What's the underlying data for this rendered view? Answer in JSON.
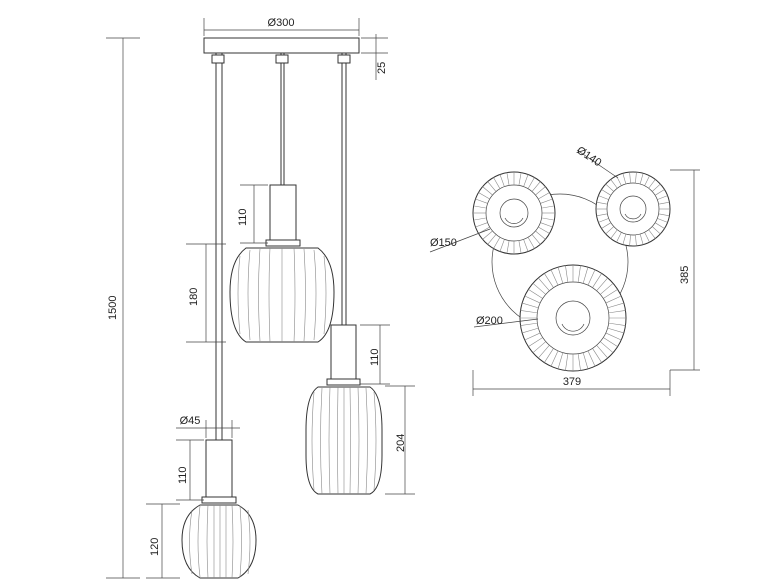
{
  "dimensions": {
    "canopy_diameter": "Ø300",
    "canopy_height": "25",
    "total_height": "1500",
    "socket_height_left": "110",
    "socket_height_middle": "110",
    "socket_height_right": "110",
    "shade_middle_height": "180",
    "shade_right_height": "204",
    "shade_left_height": "120",
    "socket_diameter": "Ø45",
    "top_view_diameter_140": "Ø140",
    "top_view_diameter_150": "Ø150",
    "top_view_diameter_200": "Ø200",
    "top_view_width": "379",
    "top_view_depth": "385"
  }
}
